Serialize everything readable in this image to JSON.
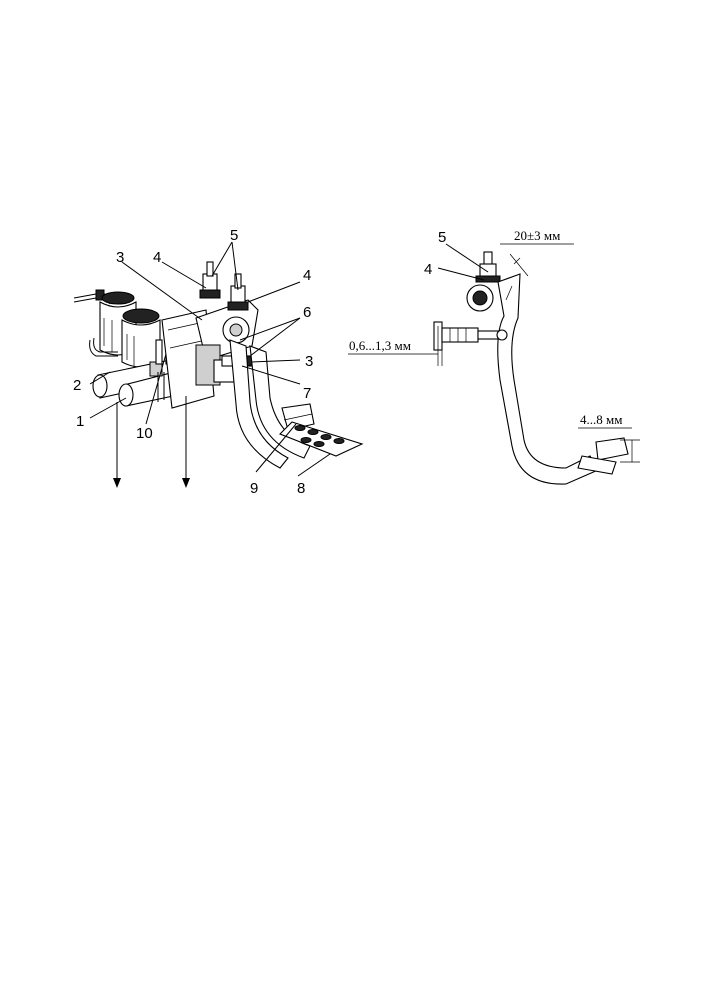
{
  "figure": {
    "left_labels": [
      "1",
      "2",
      "3",
      "3",
      "4",
      "4",
      "5",
      "6",
      "7",
      "8",
      "9",
      "10"
    ],
    "right_labels": [
      "5",
      "4"
    ],
    "dimensions": {
      "top_gap": "20±3  мм",
      "rod_gap": "0,6...1,3 мм",
      "pedal_gap": "4...8 мм"
    }
  }
}
